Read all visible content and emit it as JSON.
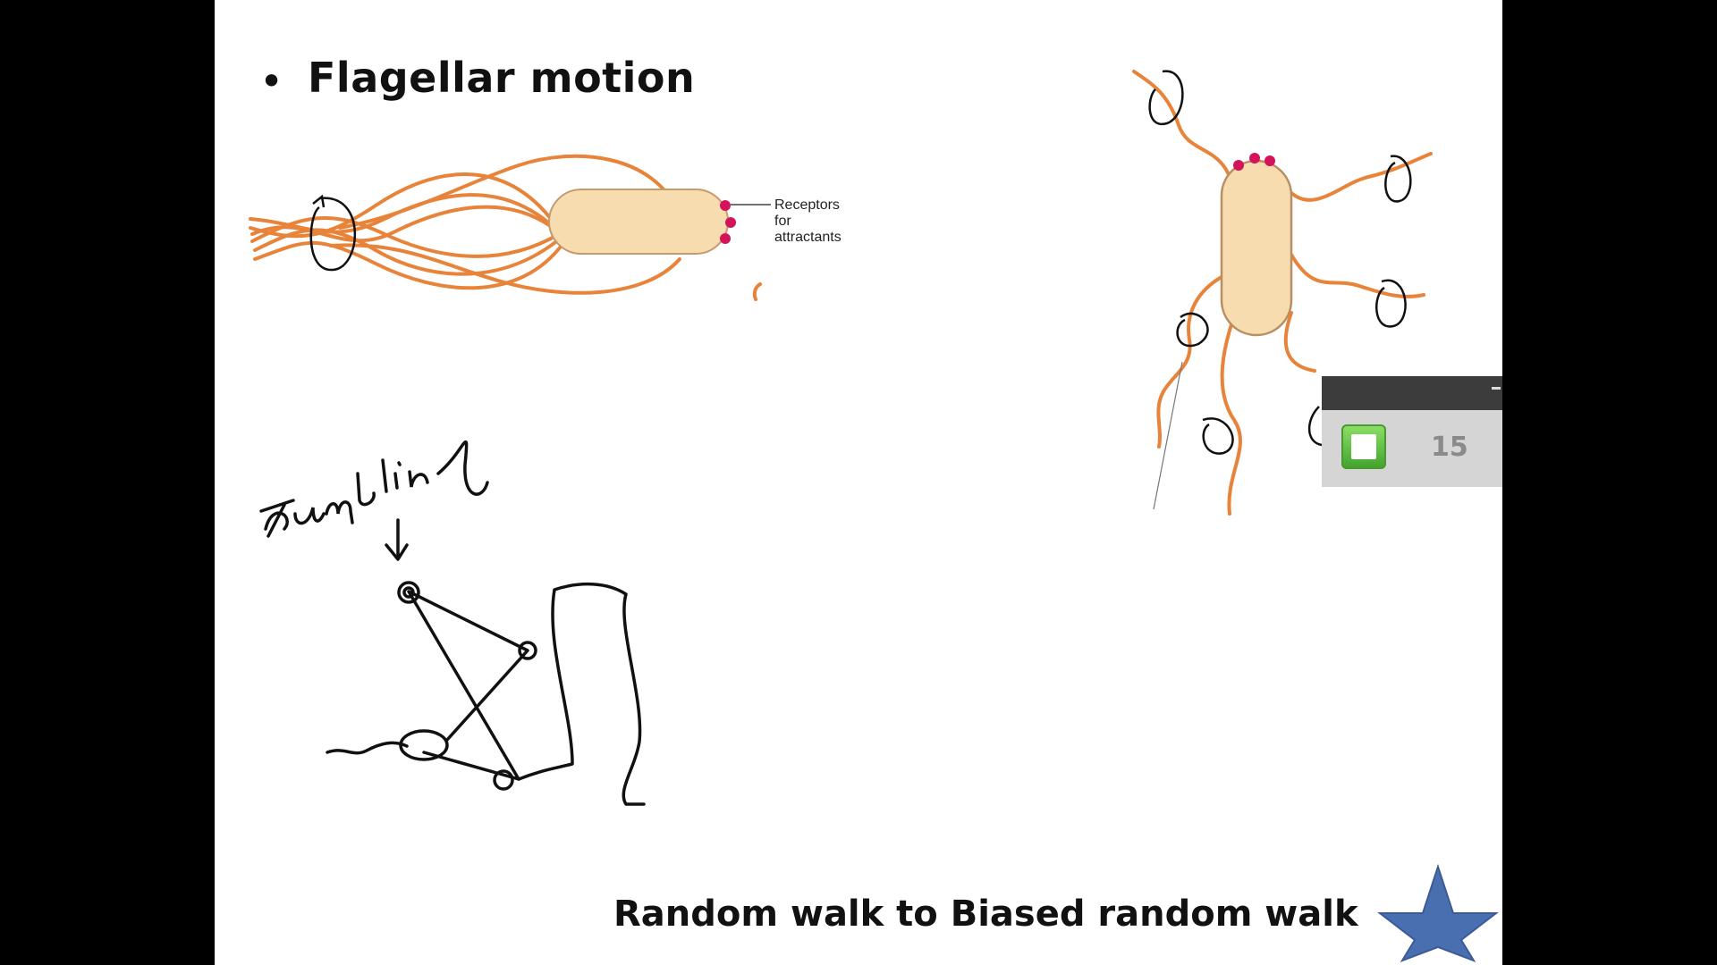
{
  "slide": {
    "bullet_symbol": "•",
    "title": "Flagellar motion",
    "caption": "Random walk to Biased random walk",
    "diagram_label_line1": "Receptors",
    "diagram_label_line2": "for",
    "diagram_label_line3": "attractants",
    "handwriting": "tumbling"
  },
  "timer": {
    "count": "15",
    "stop_icon": "stop-square-icon"
  },
  "colors": {
    "flagella": "#e8833a",
    "cell_fill": "#f7dcb0",
    "receptor": "#d4145a",
    "star": "#4a6fb0",
    "ink": "#111111"
  }
}
